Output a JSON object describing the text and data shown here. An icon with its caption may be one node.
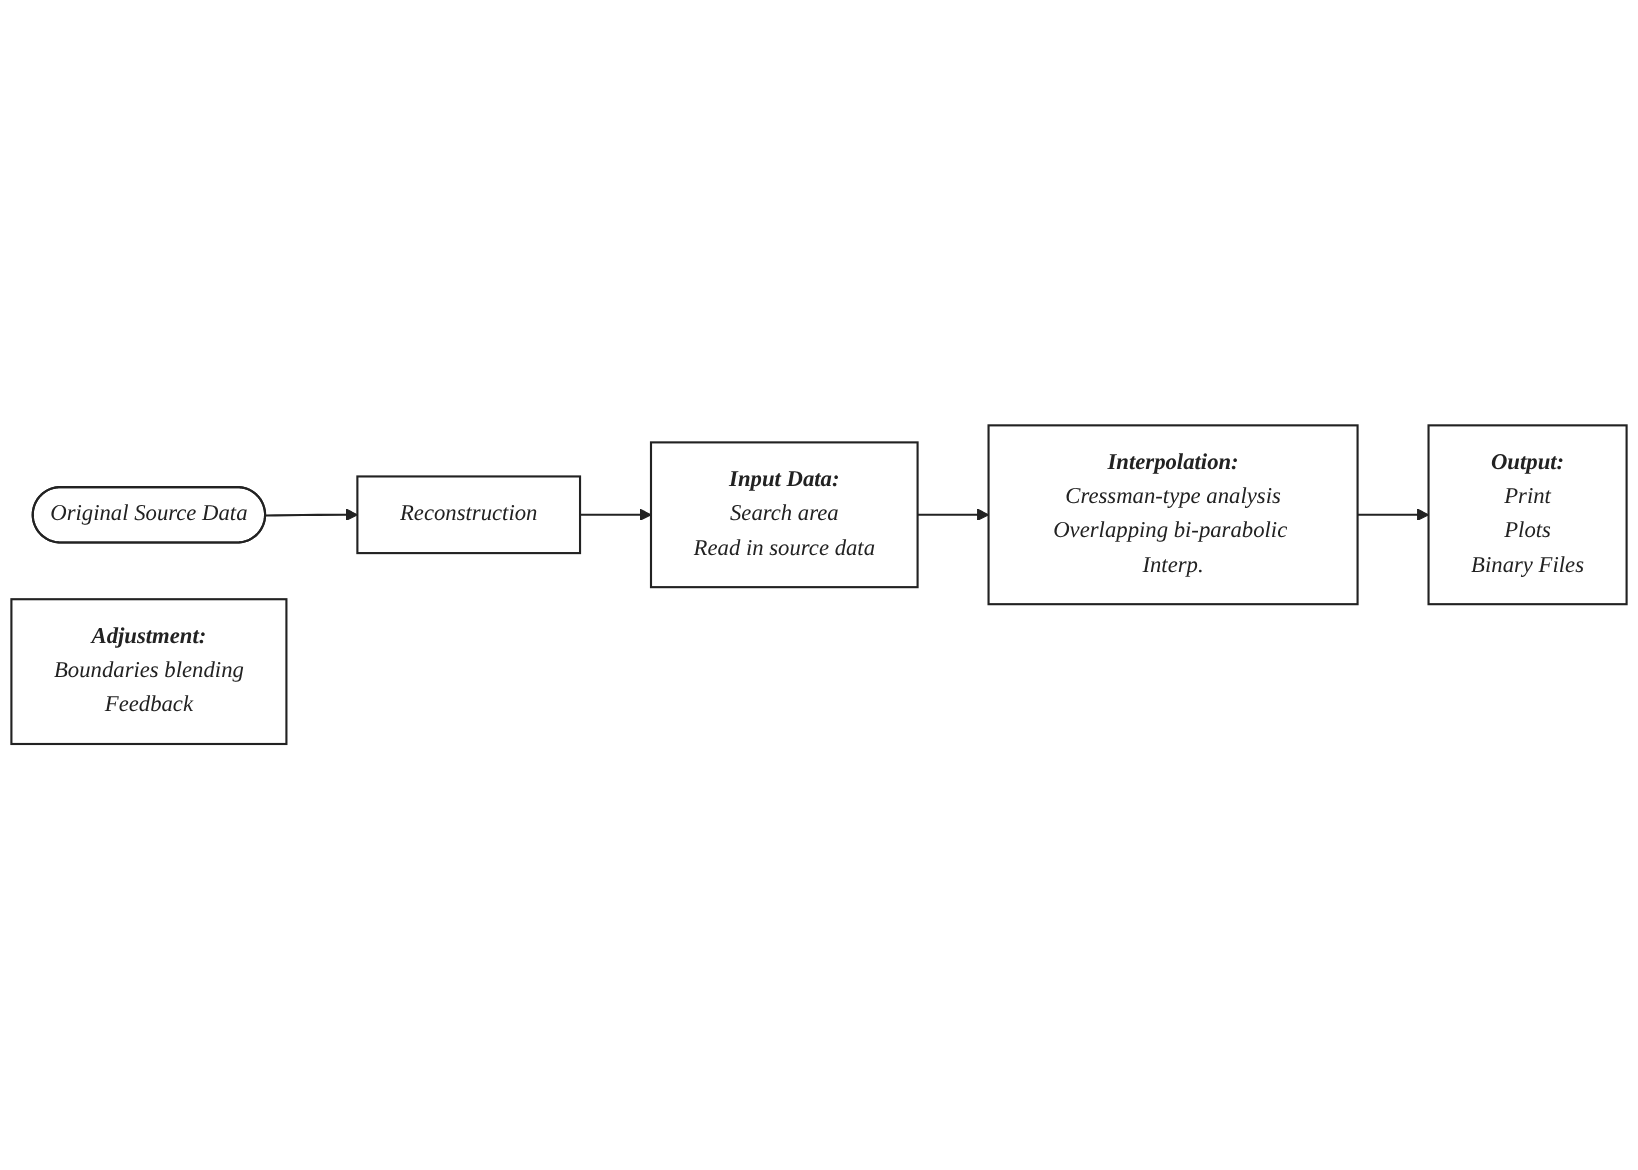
{
  "diagram": {
    "nodes": [
      {
        "text": [
          "Original Source Data"
        ]
      },
      {
        "text": [
          "Reconstruction"
        ]
      },
      {
        "text": [
          "Input Data:",
          "Search area",
          "Read in source data"
        ]
      },
      {
        "text": [
          "Interpolation:",
          "Cressman-type analysis",
          "Overlapping bi-parabolic Interp."
        ]
      },
      {
        "text": [
          "Adjustment:",
          "Boundaries blending",
          "Feedback"
        ]
      },
      {
        "text": [
          "Output:",
          "Print",
          "Plots",
          "Binary Files"
        ]
      }
    ],
    "edges": [
      {
        "from": 0,
        "to": 1,
        "arrow": "to"
      },
      {
        "from": 1,
        "to": 2,
        "arrow": "to"
      },
      {
        "from": 2,
        "to": 3,
        "arrow": "to"
      },
      {
        "from": 3,
        "to": 5,
        "arrow": "to"
      }
    ]
  }
}
